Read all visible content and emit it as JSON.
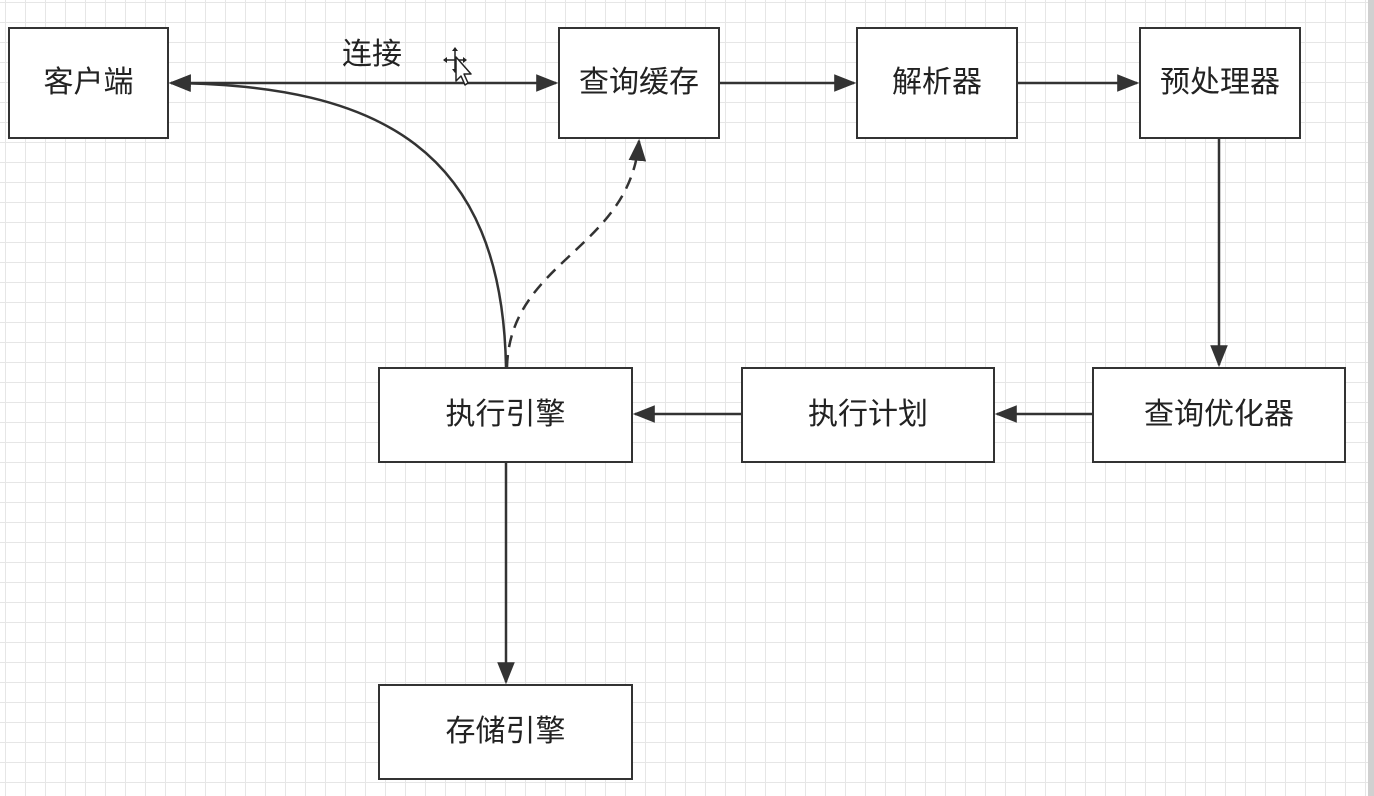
{
  "diagram": {
    "nodes": {
      "client": "客户端",
      "query_cache": "查询缓存",
      "parser": "解析器",
      "preprocessor": "预处理器",
      "query_optimizer": "查询优化器",
      "execution_plan": "执行计划",
      "execution_engine": "执行引擎",
      "storage_engine": "存储引擎"
    },
    "edge_labels": {
      "client_cache": "连接"
    },
    "edges": [
      {
        "from": "client",
        "to": "query_cache",
        "style": "solid",
        "bidirectional": true,
        "label": "连接"
      },
      {
        "from": "query_cache",
        "to": "parser",
        "style": "solid"
      },
      {
        "from": "parser",
        "to": "preprocessor",
        "style": "solid"
      },
      {
        "from": "preprocessor",
        "to": "query_optimizer",
        "style": "solid"
      },
      {
        "from": "query_optimizer",
        "to": "execution_plan",
        "style": "solid"
      },
      {
        "from": "execution_plan",
        "to": "execution_engine",
        "style": "solid"
      },
      {
        "from": "execution_engine",
        "to": "client",
        "style": "solid-curved"
      },
      {
        "from": "execution_engine",
        "to": "query_cache",
        "style": "dashed-curved"
      },
      {
        "from": "execution_engine",
        "to": "storage_engine",
        "style": "solid"
      }
    ]
  },
  "colors": {
    "stroke": "#333333",
    "text": "#222222",
    "grid": "#e6e6e6",
    "background": "#ffffff"
  },
  "icons": {
    "cursor": "move-cursor-icon"
  }
}
